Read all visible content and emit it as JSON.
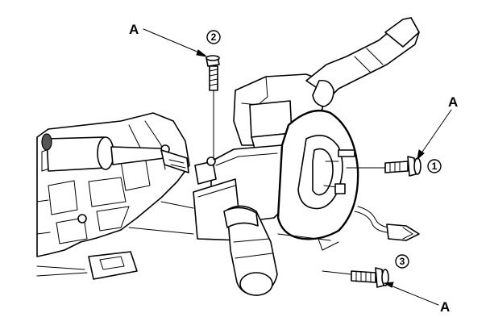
{
  "callouts": [
    {
      "letter": "A",
      "number": "2"
    },
    {
      "letter": "A",
      "number": "1"
    },
    {
      "letter": "A",
      "number": "3"
    }
  ]
}
